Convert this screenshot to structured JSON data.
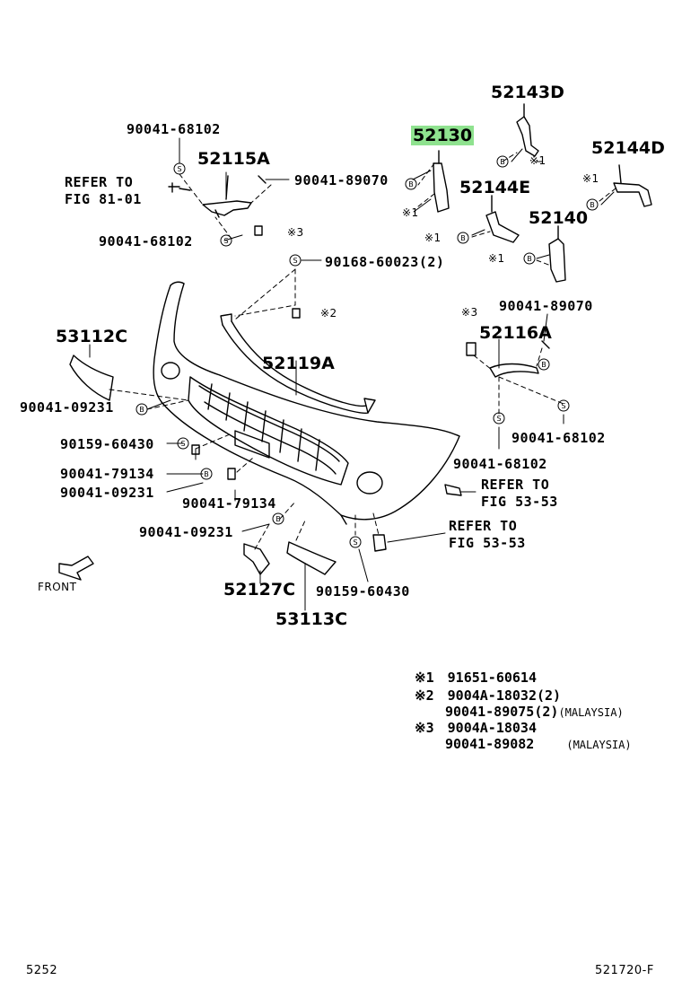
{
  "parts": {
    "p52143D": "52143D",
    "p52130": "52130",
    "p52144D": "52144D",
    "p52115A": "52115A",
    "p52144E": "52144E",
    "p52140": "52140",
    "p53112C": "53112C",
    "p52116A": "52116A",
    "p52119A": "52119A",
    "p52127C": "52127C",
    "p53113C": "53113C"
  },
  "bolts": {
    "b68102_top": "90041-68102",
    "b89070_top": "90041-89070",
    "b68102_left": "90041-68102",
    "b60023": "90168-60023(2)",
    "b89070_right": "90041-89070",
    "b09231_left": "90041-09231",
    "b60430_left": "90159-60430",
    "b79134_left": "90041-79134",
    "b09231_left2": "90041-09231",
    "b79134_mid": "90041-79134",
    "b09231_bottom": "90041-09231",
    "b68102_right": "90041-68102",
    "b68102_right2": "90041-68102",
    "b60430_bottom": "90159-60430"
  },
  "refs": {
    "refer_left_1": "REFER TO",
    "refer_left_2": "FIG 81-01",
    "refer_right_1": "REFER TO",
    "refer_right_2": "FIG 53-53",
    "refer_bottom_1": "REFER TO",
    "refer_bottom_2": "FIG 53-53"
  },
  "markers": {
    "x1": "※1",
    "x2": "※2",
    "x3": "※3"
  },
  "notes": [
    {
      "mark": "※1",
      "line1": "91651-60614",
      "line2": "",
      "line2_suffix": ""
    },
    {
      "mark": "※2",
      "line1": "9004A-18032(2)",
      "line2": "90041-89075(2)",
      "line2_suffix": "(MALAYSIA)"
    },
    {
      "mark": "※3",
      "line1": "9004A-18034",
      "line2": "90041-89082",
      "line2_suffix": "(MALAYSIA)"
    }
  ],
  "front_label": "FRONT",
  "footer": {
    "left": "5252",
    "right": "521720-F"
  },
  "highlight_color": "#8fe28f"
}
